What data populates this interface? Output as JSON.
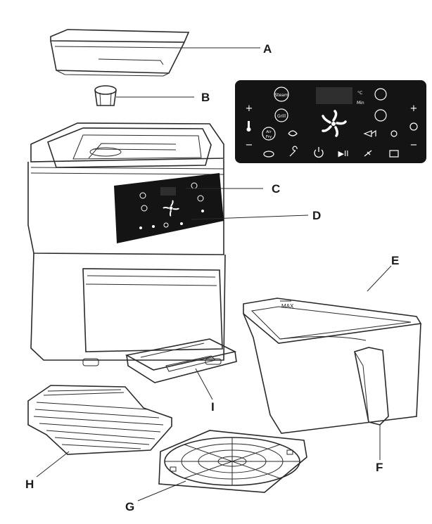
{
  "callouts": {
    "A": "A",
    "B": "B",
    "C": "C",
    "D": "D",
    "E": "E",
    "F": "F",
    "G": "G",
    "H": "H",
    "I": "I"
  },
  "panel": {
    "steam": "Steam",
    "grill": "Grill",
    "air_fry_1": "Air",
    "air_fry_2": "Fry",
    "unit_c": "°C",
    "unit_min": "Min",
    "plus": "+",
    "minus": "−",
    "play_pause": "▶II"
  },
  "basket": {
    "max_mark": "MAX"
  },
  "colors": {
    "line": "#2a2a2a",
    "panel_bg": "#141414",
    "panel_icon": "#ffffff",
    "background": "#ffffff"
  }
}
